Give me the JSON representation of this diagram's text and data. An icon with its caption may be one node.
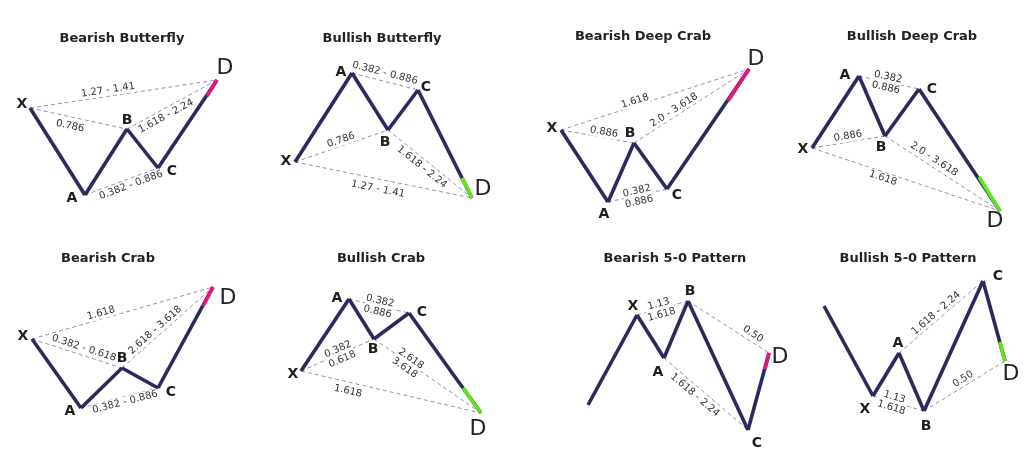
{
  "diagram": {
    "nodes": [
      {
        "text": [
          "X"
        ]
      },
      {
        "text": [
          "A"
        ]
      },
      {
        "text": [
          "B"
        ]
      },
      {
        "text": [
          "C"
        ]
      },
      {
        "text": [
          "D"
        ]
      },
      {
        "text": [
          "X"
        ]
      },
      {
        "text": [
          "A"
        ]
      },
      {
        "text": [
          "B"
        ]
      },
      {
        "text": [
          "C"
        ]
      },
      {
        "text": [
          "D"
        ]
      },
      {
        "text": [
          "X"
        ]
      },
      {
        "text": [
          "A"
        ]
      },
      {
        "text": [
          "B"
        ]
      },
      {
        "text": [
          "C"
        ]
      },
      {
        "text": [
          "D"
        ]
      },
      {
        "text": [
          "X"
        ]
      },
      {
        "text": [
          "A"
        ]
      },
      {
        "text": [
          "B"
        ]
      },
      {
        "text": [
          "C"
        ]
      },
      {
        "text": [
          "D"
        ]
      },
      {
        "text": [
          "X"
        ]
      },
      {
        "text": [
          "A"
        ]
      },
      {
        "text": [
          "B"
        ]
      },
      {
        "text": [
          "C"
        ]
      },
      {
        "text": [
          "D"
        ]
      },
      {
        "text": [
          "X"
        ]
      },
      {
        "text": [
          "A"
        ]
      },
      {
        "text": [
          "B"
        ]
      },
      {
        "text": [
          "C"
        ]
      },
      {
        "text": [
          "D"
        ]
      },
      {
        "text": [
          "X"
        ]
      },
      {
        "text": [
          "A"
        ]
      },
      {
        "text": [
          "B"
        ]
      },
      {
        "text": [
          "C"
        ]
      },
      {
        "text": [
          "D"
        ]
      },
      {
        "text": [
          "X"
        ]
      },
      {
        "text": [
          "A"
        ]
      },
      {
        "text": [
          "B"
        ]
      },
      {
        "text": [
          "C"
        ]
      },
      {
        "text": [
          "D"
        ]
      }
    ],
    "edges": [
      {
        "from": 0,
        "to": 1,
        "arrow": "none"
      },
      {
        "from": 1,
        "to": 2,
        "arrow": "none"
      },
      {
        "from": 2,
        "to": 3,
        "arrow": "none"
      },
      {
        "from": 3,
        "to": 4,
        "arrow": "none"
      },
      {
        "from": 0,
        "to": 4,
        "arrow": "none",
        "style": "dashed",
        "color": "#8884ad",
        "label": "1.27 - 1.41"
      },
      {
        "from": 0,
        "to": 2,
        "arrow": "none",
        "style": "dashed",
        "color": "#8884ad",
        "label": "0.786"
      },
      {
        "from": 2,
        "to": 4,
        "arrow": "none",
        "style": "dashed",
        "color": "#8884ad",
        "label": "1.618 - 2.24"
      },
      {
        "from": 1,
        "to": 3,
        "arrow": "none",
        "style": "dashed",
        "color": "#8884ad",
        "label": "0.382 - 0.886"
      },
      {
        "from": 5,
        "to": 6,
        "arrow": "none"
      },
      {
        "from": 6,
        "to": 7,
        "arrow": "none"
      },
      {
        "from": 7,
        "to": 8,
        "arrow": "none"
      },
      {
        "from": 8,
        "to": 9,
        "arrow": "none"
      },
      {
        "from": 6,
        "to": 8,
        "arrow": "none",
        "style": "dashed",
        "color": "#8884ad",
        "label": "0.382 - 0.886"
      },
      {
        "from": 5,
        "to": 7,
        "arrow": "none",
        "style": "dashed",
        "color": "#8884ad",
        "label": "0.786"
      },
      {
        "from": 7,
        "to": 9,
        "arrow": "none",
        "style": "dashed",
        "color": "#8884ad",
        "label": "1.618 - 2.24"
      },
      {
        "from": 5,
        "to": 9,
        "arrow": "none",
        "style": "dashed",
        "color": "#8884ad",
        "label": "1.27 - 1.41"
      },
      {
        "from": 10,
        "to": 11,
        "arrow": "none"
      },
      {
        "from": 11,
        "to": 12,
        "arrow": "none"
      },
      {
        "from": 12,
        "to": 13,
        "arrow": "none"
      },
      {
        "from": 13,
        "to": 14,
        "arrow": "none"
      },
      {
        "from": 10,
        "to": 14,
        "arrow": "none",
        "style": "dashed",
        "color": "#8884ad",
        "label": "1.618"
      },
      {
        "from": 10,
        "to": 12,
        "arrow": "none",
        "style": "dashed",
        "color": "#8884ad",
        "label": "0.886"
      },
      {
        "from": 12,
        "to": 14,
        "arrow": "none",
        "style": "dashed",
        "color": "#8884ad",
        "label": "2.0 - 3.618"
      },
      {
        "from": 11,
        "to": 13,
        "arrow": "none",
        "style": "dashed",
        "color": "#8884ad",
        "label": "0.382 0.886"
      },
      {
        "from": 15,
        "to": 16,
        "arrow": "none"
      },
      {
        "from": 16,
        "to": 17,
        "arrow": "none"
      },
      {
        "from": 17,
        "to": 18,
        "arrow": "none"
      },
      {
        "from": 18,
        "to": 19,
        "arrow": "none"
      },
      {
        "from": 16,
        "to": 18,
        "arrow": "none",
        "style": "dashed",
        "color": "#8884ad",
        "label": "0.382 0.886"
      },
      {
        "from": 15,
        "to": 17,
        "arrow": "none",
        "style": "dashed",
        "color": "#8884ad",
        "label": "0.886"
      },
      {
        "from": 17,
        "to": 19,
        "arrow": "none",
        "style": "dashed",
        "color": "#8884ad",
        "label": "2.0 - 3.618"
      },
      {
        "from": 15,
        "to": 19,
        "arrow": "none",
        "style": "dashed",
        "color": "#8884ad",
        "label": "1.618"
      },
      {
        "from": 20,
        "to": 21,
        "arrow": "none"
      },
      {
        "from": 21,
        "to": 22,
        "arrow": "none"
      },
      {
        "from": 22,
        "to": 23,
        "arrow": "none"
      },
      {
        "from": 23,
        "to": 24,
        "arrow": "none"
      },
      {
        "from": 20,
        "to": 24,
        "arrow": "none",
        "style": "dashed",
        "color": "#8884ad",
        "label": "1.618"
      },
      {
        "from": 20,
        "to": 22,
        "arrow": "none",
        "style": "dashed",
        "color": "#8884ad",
        "label": "0.382 - 0.618"
      },
      {
        "from": 22,
        "to": 24,
        "arrow": "none",
        "style": "dashed",
        "color": "#8884ad",
        "label": "2.618 - 3.618"
      },
      {
        "from": 21,
        "to": 23,
        "arrow": "none",
        "style": "dashed",
        "color": "#8884ad",
        "label": "0.382 - 0.886"
      },
      {
        "from": 25,
        "to": 26,
        "arrow": "none"
      },
      {
        "from": 26,
        "to": 27,
        "arrow": "none"
      },
      {
        "from": 27,
        "to": 28,
        "arrow": "none"
      },
      {
        "from": 28,
        "to": 29,
        "arrow": "none"
      },
      {
        "from": 26,
        "to": 28,
        "arrow": "none",
        "style": "dashed",
        "color": "#8884ad",
        "label": "0.382 0.886"
      },
      {
        "from": 25,
        "to": 27,
        "arrow": "none",
        "style": "dashed",
        "color": "#8884ad",
        "label": "0.382 0.618"
      },
      {
        "from": 27,
        "to": 29,
        "arrow": "none",
        "style": "dashed",
        "color": "#8884ad",
        "label": "2.618 3.618"
      },
      {
        "from": 25,
        "to": 29,
        "arrow": "none",
        "style": "dashed",
        "color": "#8884ad",
        "label": "1.618"
      },
      {
        "from": null,
        "to": 30,
        "arrow": "none"
      },
      {
        "from": 30,
        "to": 31,
        "arrow": "none"
      },
      {
        "from": 31,
        "to": 32,
        "arrow": "none"
      },
      {
        "from": 32,
        "to": 33,
        "arrow": "none"
      },
      {
        "from": 33,
        "to": 34,
        "arrow": "none"
      },
      {
        "from": 30,
        "to": 32,
        "arrow": "none",
        "style": "dashed",
        "color": "#8884ad",
        "label": "1.13 1.618"
      },
      {
        "from": 32,
        "to": 34,
        "arrow": "none",
        "style": "dashed",
        "color": "#8884ad",
        "label": "0.50"
      },
      {
        "from": 31,
        "to": 33,
        "arrow": "none",
        "style": "dashed",
        "color": "#8884ad",
        "label": "1.618 - 2.24"
      },
      {
        "from": null,
        "to": 35,
        "arrow": "none"
      },
      {
        "from": 35,
        "to": 36,
        "arrow": "none"
      },
      {
        "from": 36,
        "to": 37,
        "arrow": "none"
      },
      {
        "from": 37,
        "to": 38,
        "arrow": "none"
      },
      {
        "from": 38,
        "to": 39,
        "arrow": "none"
      },
      {
        "from": 35,
        "to": 37,
        "arrow": "none",
        "style": "dashed",
        "color": "#8884ad",
        "label": "1.13 1.618"
      },
      {
        "from": 36,
        "to": 38,
        "arrow": "none",
        "style": "dashed",
        "color": "#8884ad",
        "label": "1.618 - 2.24"
      },
      {
        "from": 37,
        "to": 39,
        "arrow": "none",
        "style": "dashed",
        "color": "#8884ad",
        "label": "0.50"
      }
    ],
    "labels": [
      "Bearish Butterfly",
      "Bullish Butterfly",
      "Bearish Deep Crab",
      "Bullish Deep Crab",
      "Bearish Crab",
      "Bullish Crab",
      "Bearish 5-0 Pattern",
      "Bullish 5-0 Pattern"
    ]
  }
}
